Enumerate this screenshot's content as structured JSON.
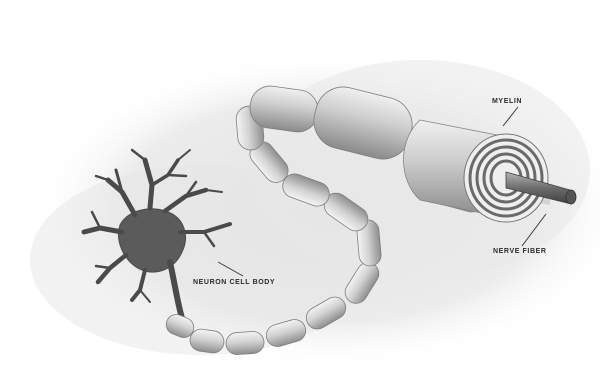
{
  "labels": {
    "myelin": "MYELIN",
    "nerve_fiber": "NERVE FIBER",
    "cell_body": "NEURON CELL BODY"
  },
  "colors": {
    "background": "#ffffff",
    "haze": "#e7e7e7",
    "neuron": "#5d5d5d",
    "sheath_light": "#f2f2f2",
    "sheath_dark": "#9a9a9a",
    "leader": "#3a3a3a",
    "label_text": "#2b2b2b"
  }
}
